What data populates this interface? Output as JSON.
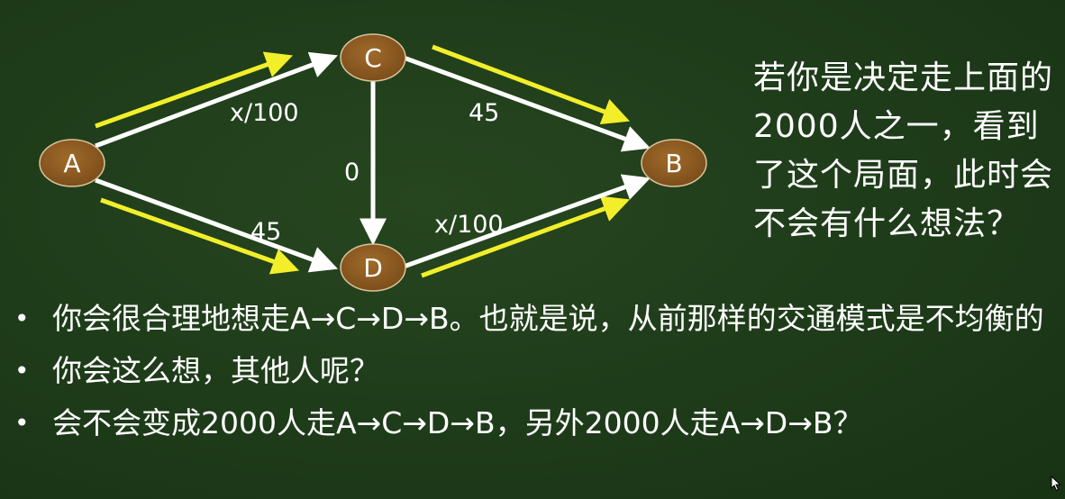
{
  "graph": {
    "nodes": {
      "A": "A",
      "B": "B",
      "C": "C",
      "D": "D"
    },
    "edge_labels": {
      "ac": "x/100",
      "cb": "45",
      "cd": "0",
      "ad": "45",
      "db": "x/100"
    }
  },
  "question": "若你是决定走上面的 2000人之一，看到了这个局面，此时会不会有什么想法？",
  "bullets": [
    "你会很合理地想走A→C→D→B。也就是说，从前那样的交通模式是不均衡的",
    "你会这么想，其他人呢？",
    "会不会变成2000人走A→C→D→B，另外2000人走A→D→B？"
  ],
  "colors": {
    "background": "#1f3c1d",
    "node_fill": "#8a5a22",
    "node_stroke": "#d9c39a",
    "edge": "#ffffff",
    "highlight_arrow": "#f2ef2a",
    "text": "#ffffff"
  }
}
